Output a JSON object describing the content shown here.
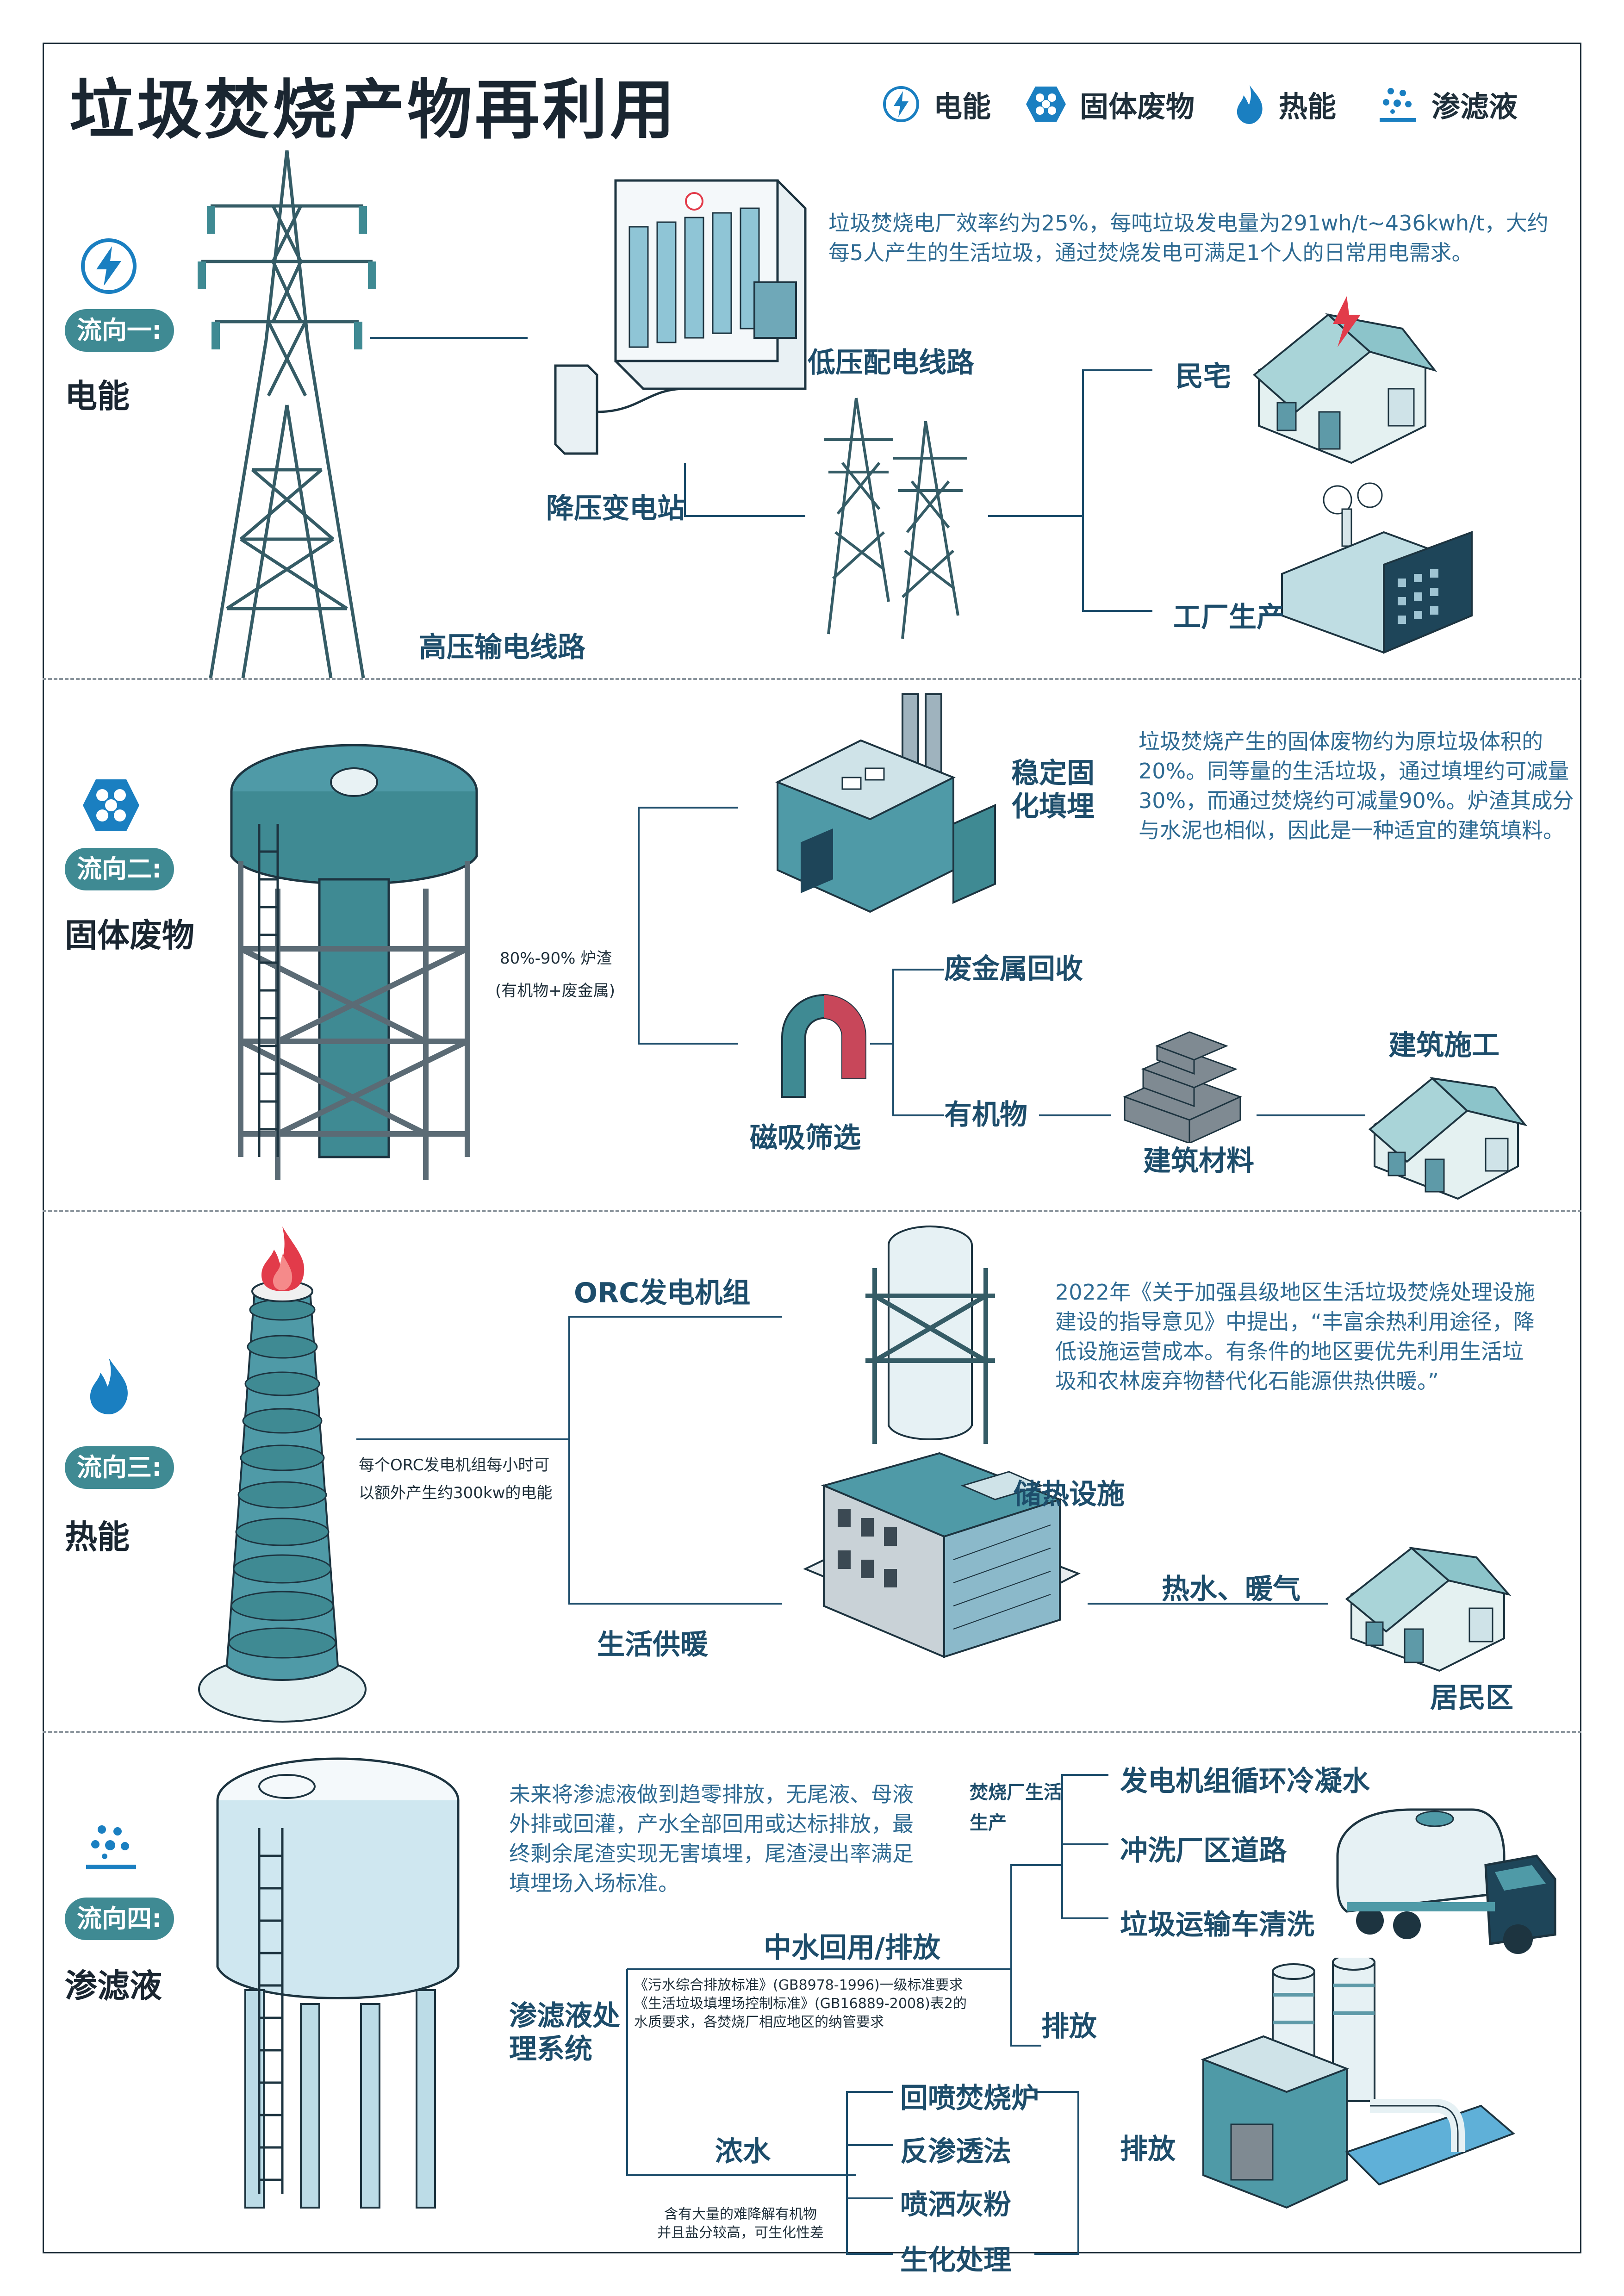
{
  "title": "垃圾焚烧产物再利用",
  "legend": [
    {
      "icon": "lightning-icon",
      "label": "电能"
    },
    {
      "icon": "hexagon-cluster-icon",
      "label": "固体废物"
    },
    {
      "icon": "flame-icon",
      "label": "热能"
    },
    {
      "icon": "droplets-icon",
      "label": "渗滤液"
    }
  ],
  "colors": {
    "teal": "#3f8a93",
    "dark_blue": "#1d4d6b",
    "text_blue": "#2f6b93",
    "icon_blue": "#1a7fc1",
    "red": "#e23b4a"
  },
  "flow1": {
    "tag": "流向一:",
    "name": "电能",
    "description": "垃圾焚烧电厂效率约为25%，每吨垃圾发电量为291wh/t~436kwh/t，大约每5人产生的生活垃圾，通过焚烧发电可满足1个人的日常用电需求。",
    "labels": {
      "high_voltage": "高压输电线路",
      "substation": "降压变电站",
      "low_voltage": "低压配电线路",
      "residence": "民宅",
      "factory": "工厂生产"
    }
  },
  "flow2": {
    "tag": "流向二:",
    "name": "固体废物",
    "description": "垃圾焚烧产生的固体废物约为原垃圾体积的20%。同等量的生活垃圾，通过填埋约可减量30%，而通过焚烧约可减量90%。炉渣其成分与水泥也相似，因此是一种适宜的建筑填料。",
    "slag_line1": "80%-90% 炉渣",
    "slag_line2": "(有机物+废金属)",
    "labels": {
      "stabilize": "稳定固化填埋",
      "magnetic": "磁吸筛选",
      "scrap_metal": "废金属回收",
      "organic": "有机物",
      "building_material": "建筑材料",
      "construction": "建筑施工"
    }
  },
  "flow3": {
    "tag": "流向三:",
    "name": "热能",
    "description": "2022年《关于加强县级地区生活垃圾焚烧处理设施建设的指导意见》中提出，“丰富余热利用途径，降低设施运营成本。有条件的地区要优先利用生活垃圾和农林废弃物替代化石能源供热供暖。”",
    "orc_note_line1": "每个ORC发电机组每小时可",
    "orc_note_line2": "以额外产生约300kw的电能",
    "labels": {
      "orc": "ORC发电机组",
      "heating": "生活供暖",
      "storage": "储热设施",
      "hot_water": "热水、暖气",
      "residential": "居民区"
    }
  },
  "flow4": {
    "tag": "流向四:",
    "name": "渗滤液",
    "description": "未来将渗滤液做到趋零排放，无尾液、母液外排或回灌，产水全部回用或达标排放，最终剩余尾渣实现无害填埋，尾渣浸出率满足填埋场入场标准。",
    "labels": {
      "system": "渗滤液处理系统",
      "reclaimed": "中水回用/排放",
      "plant_use": "焚烧厂生活生产",
      "cooling": "发电机组循环冷凝水",
      "road": "冲洗厂区道路",
      "truck": "垃圾运输车清洗",
      "discharge1": "排放",
      "concentrate": "浓水",
      "reinject": "回喷焚烧炉",
      "ro": "反渗透法",
      "ash": "喷洒灰粉",
      "bio": "生化处理",
      "discharge2": "排放"
    },
    "standards_note": [
      "《污水综合排放标准》(GB8978-1996)一级标准要求",
      "《生活垃圾填埋场控制标准》(GB16889-2008)表2的",
      "水质要求，各焚烧厂相应地区的纳管要求"
    ],
    "concentrate_note": [
      "含有大量的难降解有机物",
      "并且盐分较高，可生化性差"
    ]
  }
}
